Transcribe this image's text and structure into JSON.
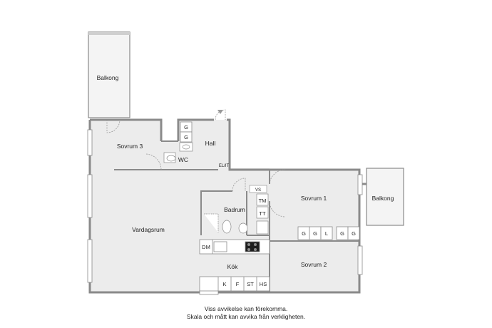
{
  "rooms": {
    "balkong_top": "Balkong",
    "sovrum3": "Sovrum 3",
    "hall": "Hall",
    "wc": "WC",
    "vardagsrum": "Vardagsrum",
    "badrum": "Badrum",
    "sovrum1": "Sovrum 1",
    "balkong_right": "Balkong",
    "kok": "Kök",
    "sovrum2": "Sovrum 2"
  },
  "fixtures": {
    "hall_g1": "G",
    "hall_g2": "G",
    "el_it": "EL/IT",
    "vs": "VS",
    "tm": "TM",
    "tt": "TT",
    "dm": "DM",
    "k": "K",
    "f": "F",
    "st": "ST",
    "hs": "HS",
    "s1_g1": "G",
    "s1_g2": "G",
    "s1_l": "L",
    "s1_g3": "G",
    "s1_g4": "G"
  },
  "disclaimer": {
    "line1": "Viss avvikelse kan förekomma.",
    "line2": "Skala och mått kan avvika från verkligheten."
  },
  "colors": {
    "floor": "#ececec",
    "wall": "#8a8a8a",
    "balcony": "#f4f4f4"
  }
}
